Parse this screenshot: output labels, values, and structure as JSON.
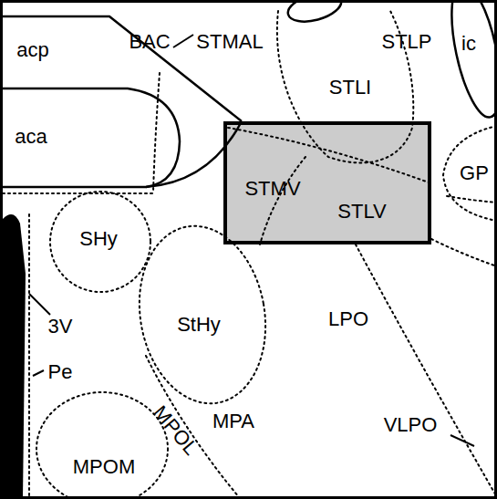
{
  "diagram": {
    "nodes": [
      {
        "text": [
          "STMV",
          "STLV"
        ]
      }
    ],
    "labels": [
      "acp",
      "BAC",
      "STMAL",
      "STLP",
      "ic",
      "STLI",
      "aca",
      "GP",
      "SHy",
      "3V",
      "StHy",
      "LPO",
      "Pe",
      "MPA",
      "VLPO",
      "MPOL",
      "MPOM"
    ]
  }
}
